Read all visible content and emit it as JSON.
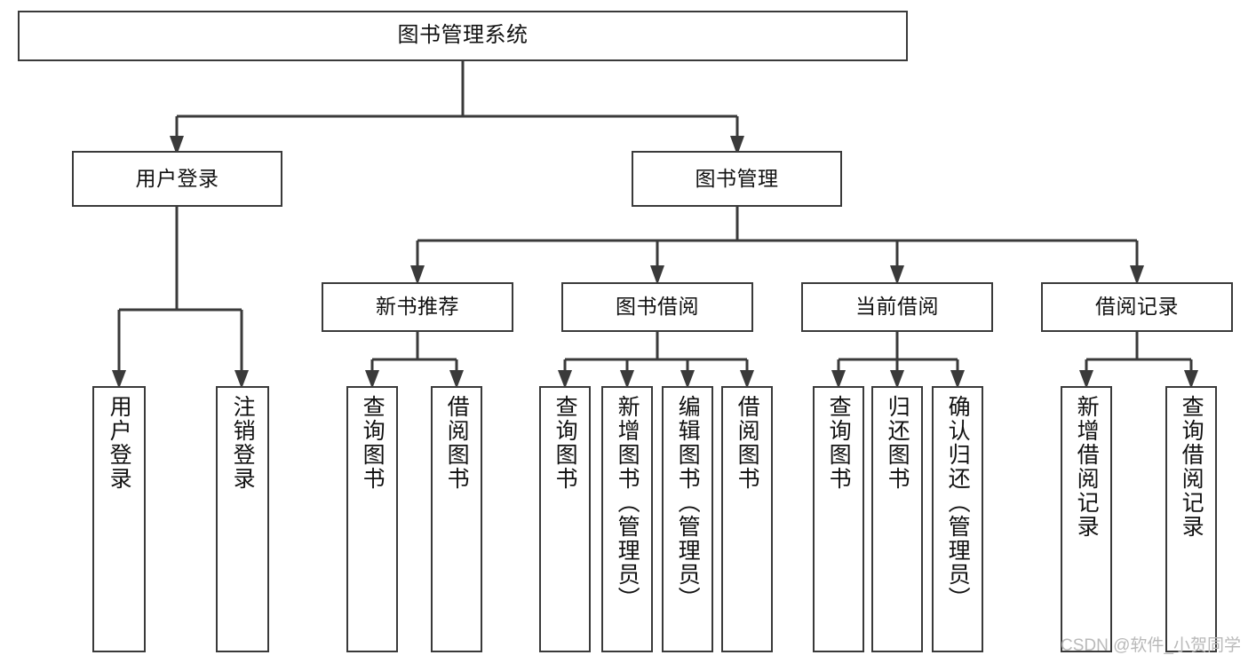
{
  "diagram": {
    "title": "图书管理系统",
    "type": "hierarchy-tree",
    "colors": {
      "stroke": "#3a3a3a",
      "fill": "#ffffff",
      "text": "#111111",
      "watermark": "#b9b9b9"
    },
    "root": {
      "label": "图书管理系统"
    },
    "level2": [
      {
        "label": "用户登录"
      },
      {
        "label": "图书管理"
      }
    ],
    "level3": [
      {
        "label": "新书推荐"
      },
      {
        "label": "图书借阅"
      },
      {
        "label": "当前借阅"
      },
      {
        "label": "借阅记录"
      }
    ],
    "leaves": {
      "user_login": [
        {
          "label": "用户登录"
        },
        {
          "label": "注销登录"
        }
      ],
      "new_book_recommend": [
        {
          "label": "查询图书"
        },
        {
          "label": "借阅图书"
        }
      ],
      "book_borrow": [
        {
          "label": "查询图书"
        },
        {
          "label": "新增图书（管理员）"
        },
        {
          "label": "编辑图书（管理员）"
        },
        {
          "label": "借阅图书"
        }
      ],
      "current_borrow": [
        {
          "label": "查询图书"
        },
        {
          "label": "归还图书"
        },
        {
          "label": "确认归还（管理员）"
        }
      ],
      "borrow_record": [
        {
          "label": "新增借阅记录"
        },
        {
          "label": "查询借阅记录"
        }
      ]
    }
  },
  "watermark": {
    "text": "CSDN @软件_小贺同学"
  }
}
